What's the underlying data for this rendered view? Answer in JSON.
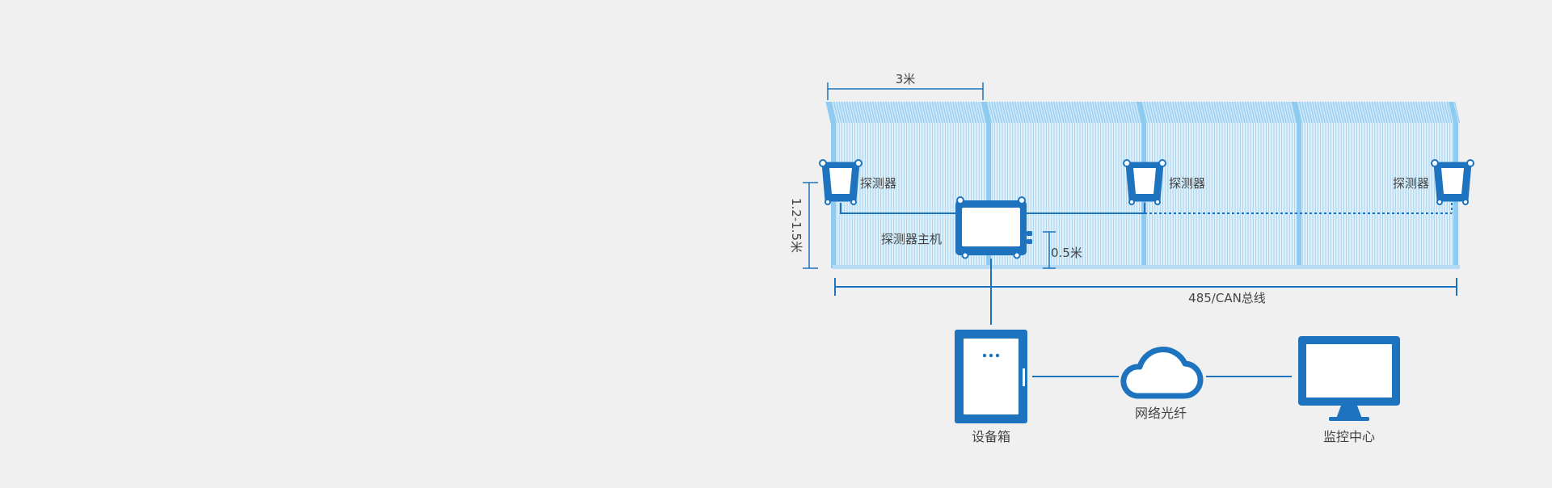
{
  "colors": {
    "background": "#f0f0f0",
    "primary_blue": "#1e73be",
    "fence_light": "#a8d6f2",
    "fence_mid": "#8fcaf0",
    "text": "#444444",
    "white": "#ffffff"
  },
  "labels": {
    "panel_width": "3米",
    "fence_height": "1.2-1.5米",
    "host_height": "0.5米",
    "bus": "485/CAN总线",
    "detector": "探测器",
    "detector_host": "探测器主机",
    "equipment_box": "设备箱",
    "network": "网络光纤",
    "monitoring_center": "监控中心"
  },
  "icons": {
    "detector": "detector-icon",
    "detector_host": "detector-host-icon",
    "equipment_box": "equipment-cabinet-icon",
    "network": "cloud-icon",
    "monitoring_center": "monitor-icon"
  }
}
